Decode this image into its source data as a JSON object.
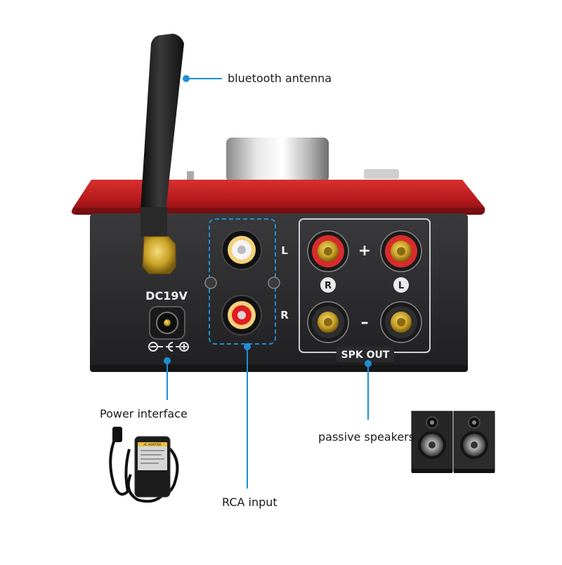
{
  "callouts": {
    "antenna": "bluetooth antenna",
    "power": "Power interface",
    "rca": "RCA input",
    "speakers": "passive speakers"
  },
  "panel": {
    "dc_label": "DC19V",
    "channel_left": "L",
    "channel_right": "R",
    "plus": "+",
    "minus": "–",
    "terminal_r": "R",
    "terminal_l": "L",
    "spk_out": "SPK OUT"
  },
  "adapter": {
    "label": "AC ADAPTER"
  },
  "colors": {
    "chassis_red": "#b3191c",
    "panel_dark": "#2a2a2c",
    "callout_blue": "#1e8fd6",
    "terminal_red": "#d82c2c",
    "gold": "#c9a227"
  },
  "icons": [
    "antenna-icon",
    "dc-jack-icon",
    "dc-polarity-icon",
    "rca-jack-icon",
    "speaker-terminal-icon",
    "power-adapter-icon",
    "bookshelf-speaker-icon"
  ]
}
